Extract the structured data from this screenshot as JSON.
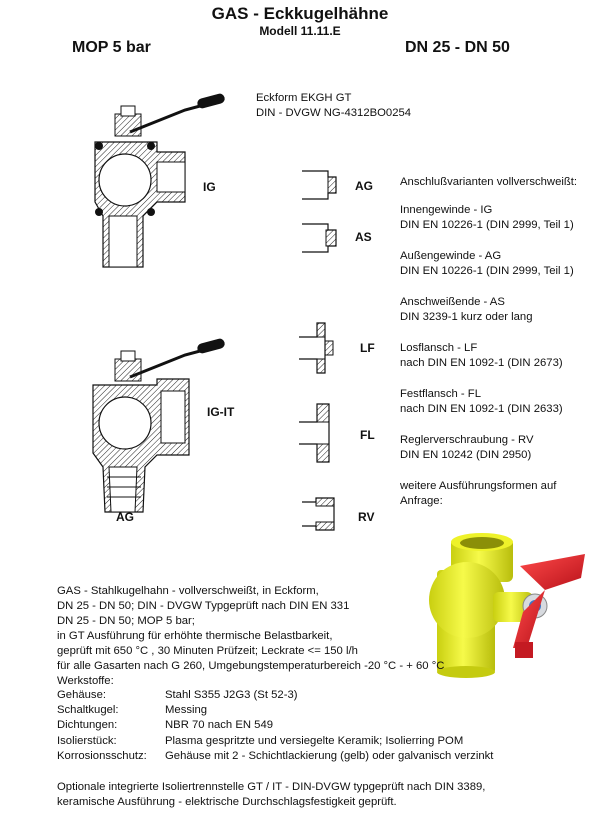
{
  "header": {
    "title": "GAS - Eckkugelhähne",
    "subtitle": "Modell 11.11.E",
    "pressure": "MOP 5 bar",
    "diameter": "DN 25 - DN 50"
  },
  "model": {
    "form": "Eckform EKGH GT",
    "standard": "DIN - DVGW NG-4312BO0254"
  },
  "drawing_labels": {
    "ig": "IG",
    "ig_it": "IG-IT",
    "ag_bottom": "AG",
    "ag": "AG",
    "as": "AS",
    "lf": "LF",
    "fl": "FL",
    "rv": "RV"
  },
  "variants": {
    "heading": "Anschlußvarianten vollverschweißt:",
    "items": [
      {
        "name": "Innengewinde - IG",
        "norm": "DIN EN 10226-1 (DIN 2999, Teil 1)"
      },
      {
        "name": "Außengewinde - AG",
        "norm": "DIN EN 10226-1 (DIN 2999, Teil 1)"
      },
      {
        "name": "Anschweißende - AS",
        "norm": "DIN 3239-1 kurz oder lang"
      },
      {
        "name": "Losflansch - LF",
        "norm": "nach DIN EN 1092-1 (DIN 2673)"
      },
      {
        "name": "Festflansch - FL",
        "norm": "nach DIN EN 1092-1 (DIN 2633)"
      },
      {
        "name": "Reglerverschraubung - RV",
        "norm": "DIN EN 10242  (DIN 2950)"
      }
    ],
    "more_line1": "weitere Ausführungsformen auf",
    "more_line2": "Anfrage:"
  },
  "description": {
    "lines": [
      "GAS - Stahlkugelhahn - vollverschweißt, in Eckform,",
      "DN 25 - DN 50; DIN - DVGW Typgeprüft nach DIN EN 331",
      "DN 25 - DN 50;  MOP 5 bar;",
      "in GT Ausführung für erhöhte thermische Belastbarkeit,",
      "geprüft mit  650 °C , 30 Minuten Prüfzeit; Leckrate <= 150 l/h",
      "für alle Gasarten nach G 260,  Umgebungstemperaturbereich -20 °C - + 60 °C",
      "Werkstoffe:"
    ]
  },
  "materials": [
    {
      "key": "Gehäuse:",
      "value": "Stahl S355 J2G3 (St 52-3)"
    },
    {
      "key": "Schaltkugel:",
      "value": "Messing"
    },
    {
      "key": "Dichtungen:",
      "value": "NBR 70 nach EN 549"
    },
    {
      "key": "Isolierstück:",
      "value": "Plasma gespritzte und versiegelte Keramik; Isolierring POM"
    },
    {
      "key": "Korrosionsschutz:",
      "value": "Gehäuse mit 2 - Schichtlackierung (gelb) oder galvanisch verzinkt"
    }
  ],
  "footer": {
    "line1": "Optionale  integrierte Isoliertrennstelle GT / IT - DIN-DVGW typgeprüft nach DIN 3389,",
    "line2": "keramische Ausführung - elektrische Durchschlagsfestigkeit geprüft."
  },
  "colors": {
    "valve_body": "#eef22a",
    "handle": "#e8202a",
    "hatch": "#222222"
  }
}
